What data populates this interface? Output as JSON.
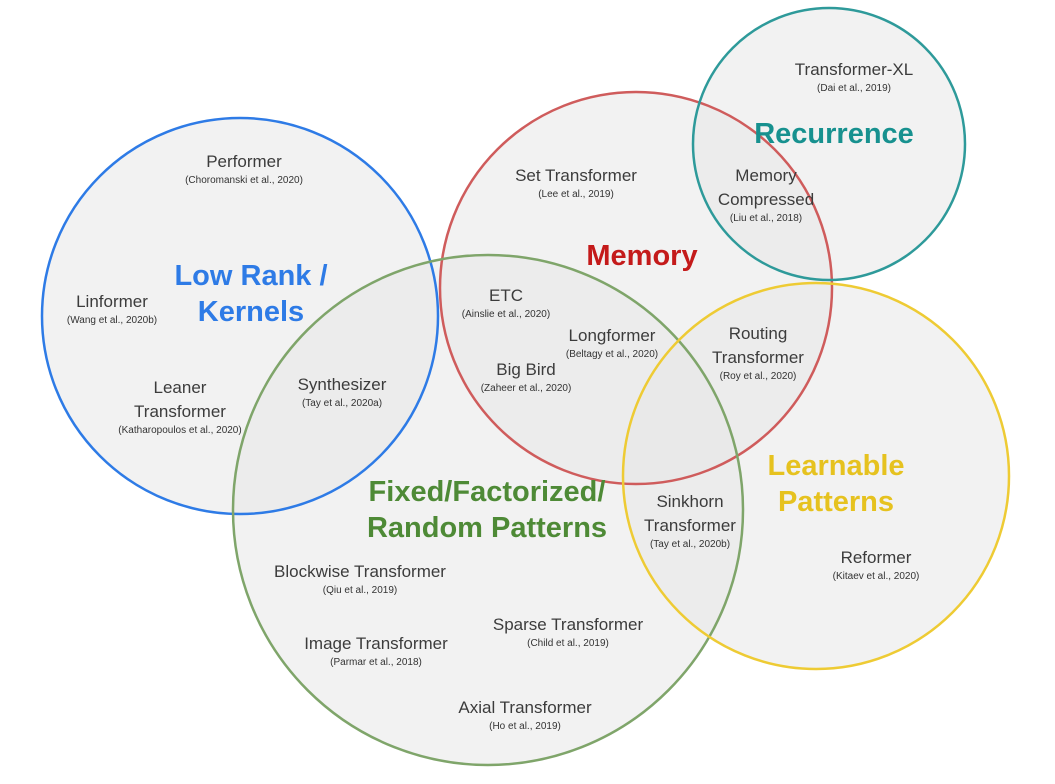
{
  "colors": {
    "low_rank": "#2e7be6",
    "memory": "#c41a1a",
    "recurrence": "#17918f",
    "fixed": "#4e8a36",
    "learnable": "#e6c21f",
    "circle_fill": "#e8e8e8",
    "memory_stroke": "#cf5c5c",
    "recurrence_stroke": "#2e9a9a",
    "fixed_stroke": "#7fa56a",
    "learnable_stroke": "#eecb34"
  },
  "categories": {
    "low_rank": "Low Rank /\nKernels",
    "memory": "Memory",
    "recurrence": "Recurrence",
    "fixed": "Fixed/Factorized/\nRandom Patterns",
    "learnable": "Learnable\nPatterns"
  },
  "models": {
    "transformer_xl": {
      "name": "Transformer-XL",
      "cite": "(Dai et al., 2019)"
    },
    "memory_compressed": {
      "name": "Memory\nCompressed",
      "cite": "(Liu et al., 2018)"
    },
    "set_transformer": {
      "name": "Set Transformer",
      "cite": "(Lee et al., 2019)"
    },
    "performer": {
      "name": "Performer",
      "cite": "(Choromanski et al., 2020)"
    },
    "linformer": {
      "name": "Linformer",
      "cite": "(Wang et al., 2020b)"
    },
    "linear_transformer": {
      "name": "Leaner\nTransformer",
      "cite": "(Katharopoulos et al., 2020)"
    },
    "synthesizer": {
      "name": "Synthesizer",
      "cite": "(Tay et al., 2020a)"
    },
    "etc": {
      "name": "ETC",
      "cite": "(Ainslie et al., 2020)"
    },
    "longformer": {
      "name": "Longformer",
      "cite": "(Beltagy et al., 2020)"
    },
    "big_bird": {
      "name": "Big Bird",
      "cite": "(Zaheer et al., 2020)"
    },
    "routing_transformer": {
      "name": "Routing\nTransformer",
      "cite": "(Roy et al., 2020)"
    },
    "sinkhorn_transformer": {
      "name": "Sinkhorn\nTransformer",
      "cite": "(Tay et al., 2020b)"
    },
    "reformer": {
      "name": "Reformer",
      "cite": "(Kitaev et al., 2020)"
    },
    "blockwise_transformer": {
      "name": "Blockwise Transformer",
      "cite": "(Qiu et al., 2019)"
    },
    "sparse_transformer": {
      "name": "Sparse Transformer",
      "cite": "(Child et al., 2019)"
    },
    "image_transformer": {
      "name": "Image Transformer",
      "cite": "(Parmar et al., 2018)"
    },
    "axial_transformer": {
      "name": "Axial Transformer",
      "cite": "(Ho et al., 2019)"
    }
  }
}
